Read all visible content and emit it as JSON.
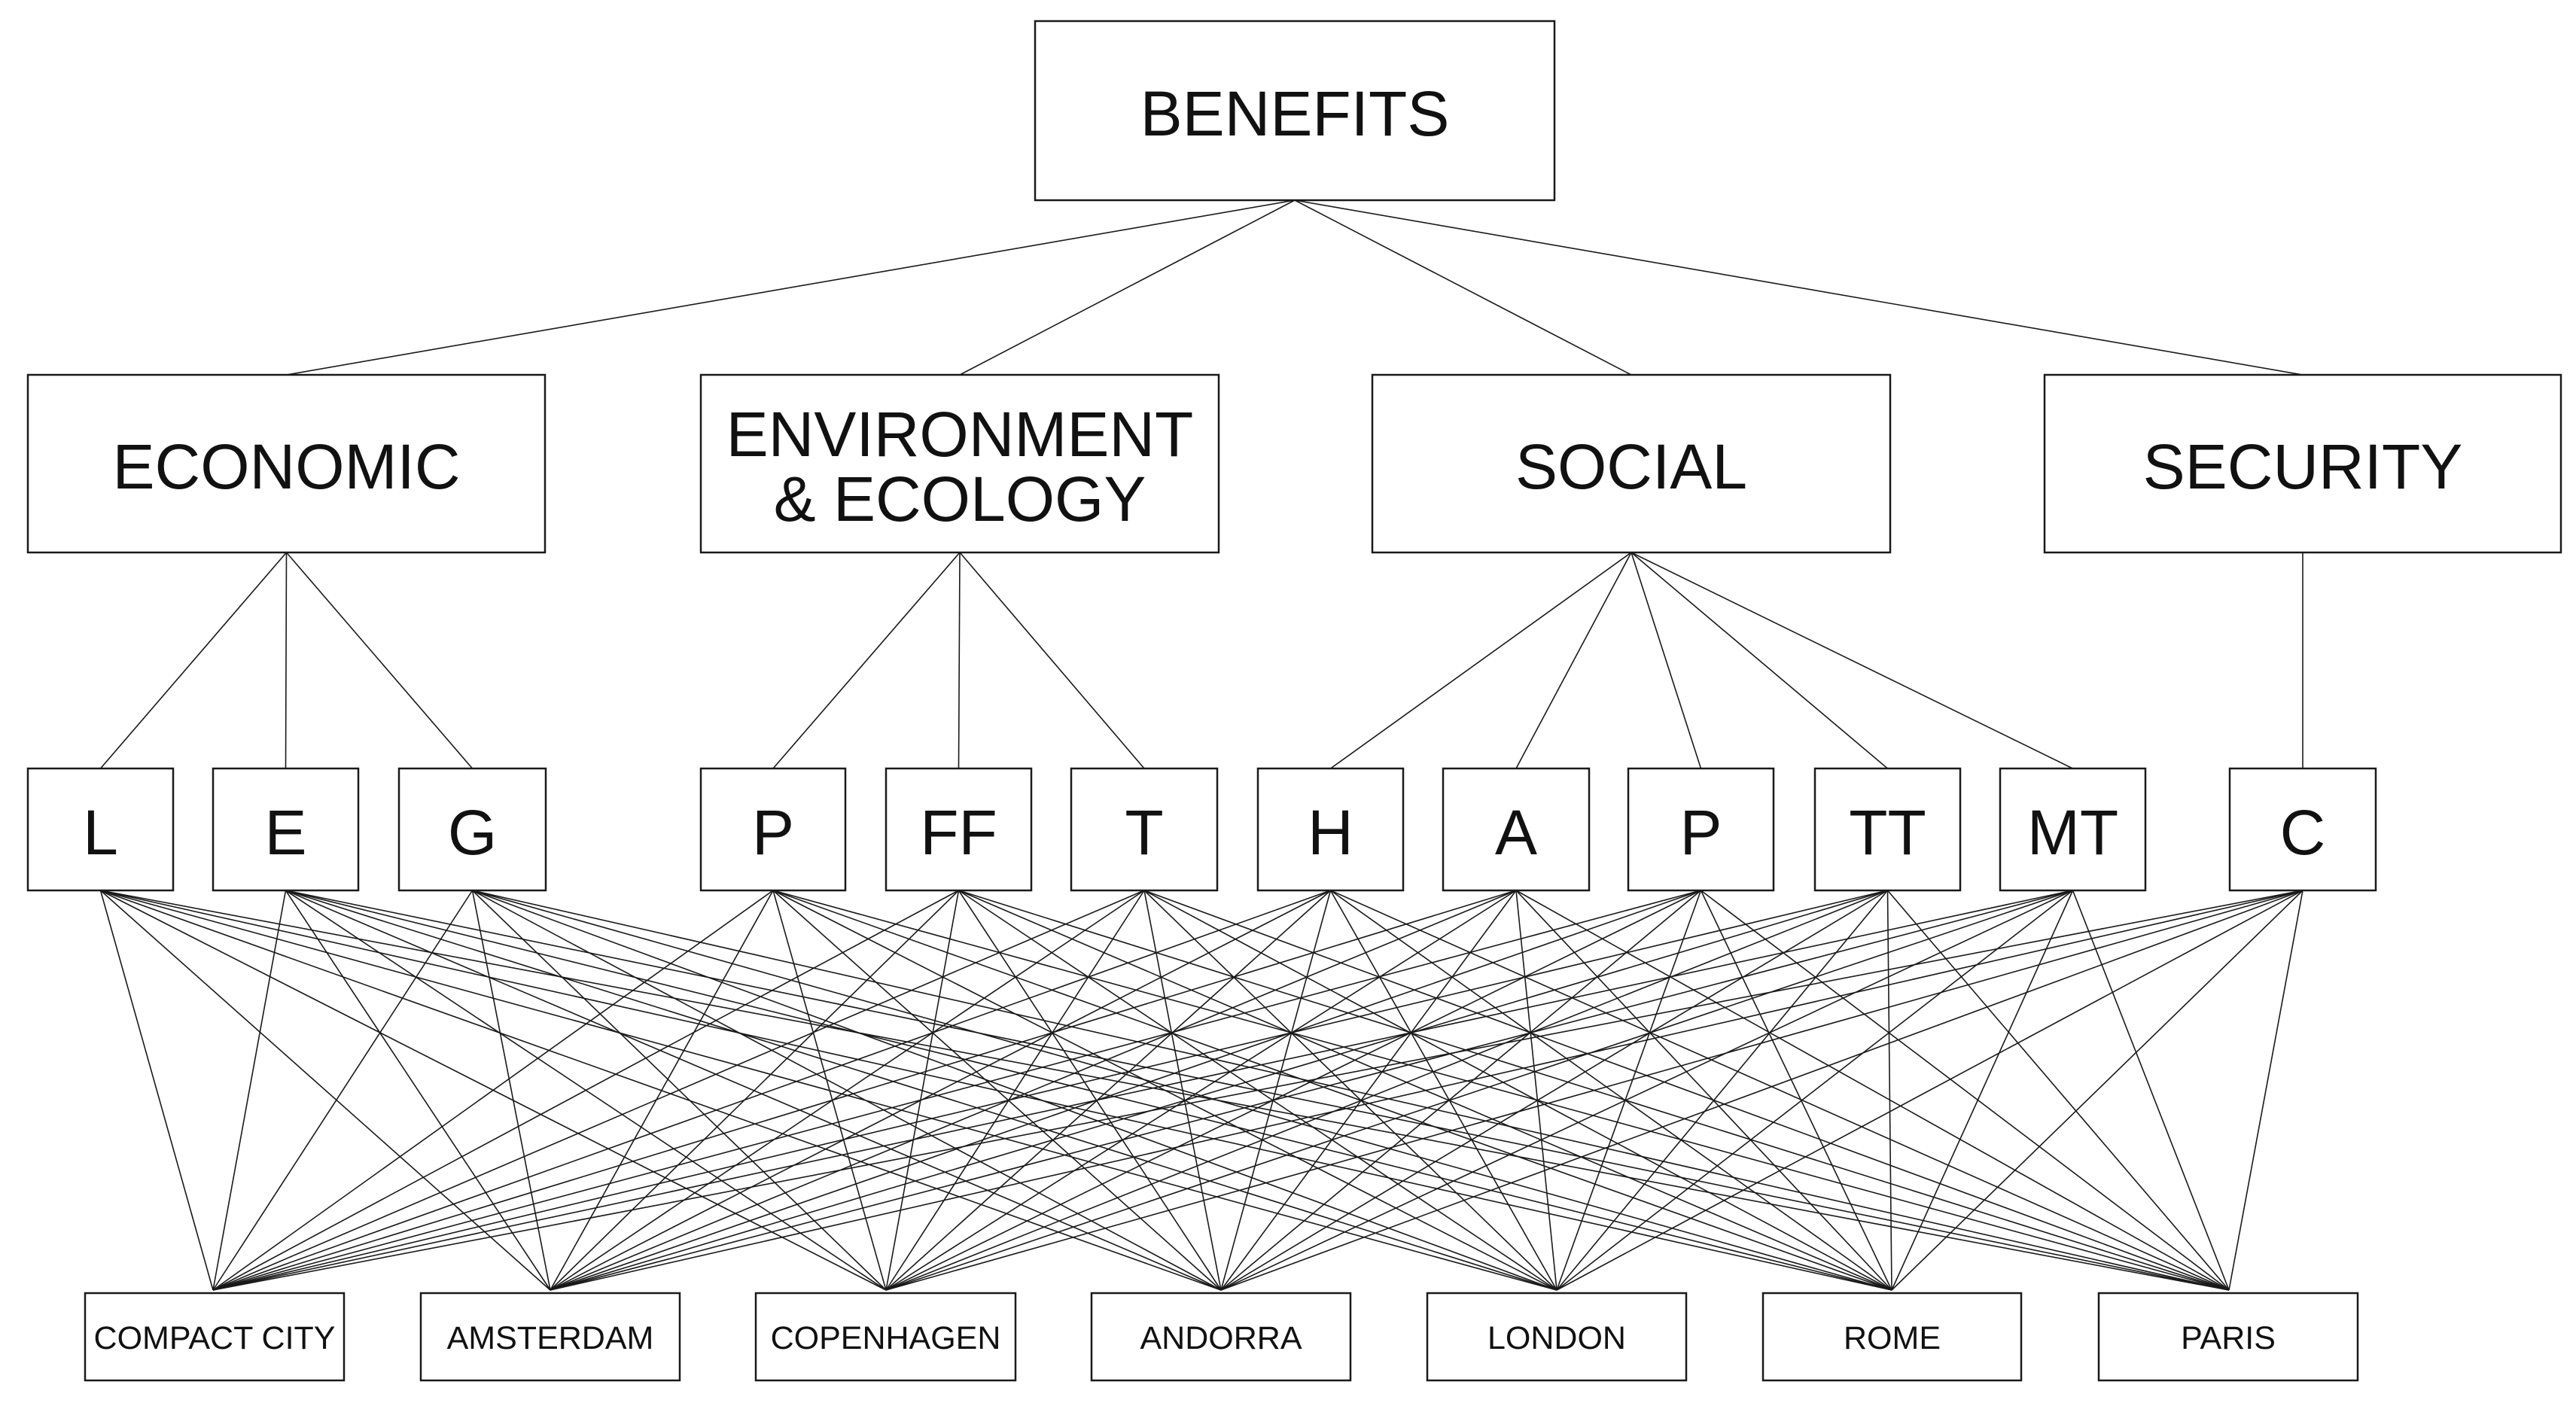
{
  "diagram": {
    "root": {
      "id": "benefits",
      "label": "BENEFITS"
    },
    "categories": [
      {
        "id": "economic",
        "lines": [
          "ECONOMIC"
        ]
      },
      {
        "id": "environment",
        "lines": [
          "ENVIRONMENT",
          "& ECOLOGY"
        ]
      },
      {
        "id": "social",
        "lines": [
          "SOCIAL"
        ]
      },
      {
        "id": "security",
        "lines": [
          "SECURITY"
        ]
      }
    ],
    "subcriteria": [
      {
        "id": "L",
        "label": "L",
        "parent": "economic"
      },
      {
        "id": "E",
        "label": "E",
        "parent": "economic"
      },
      {
        "id": "G",
        "label": "G",
        "parent": "economic"
      },
      {
        "id": "P1",
        "label": "P",
        "parent": "environment"
      },
      {
        "id": "FF",
        "label": "FF",
        "parent": "environment"
      },
      {
        "id": "T",
        "label": "T",
        "parent": "environment"
      },
      {
        "id": "H",
        "label": "H",
        "parent": "social"
      },
      {
        "id": "A",
        "label": "A",
        "parent": "social"
      },
      {
        "id": "P2",
        "label": "P",
        "parent": "social"
      },
      {
        "id": "TT",
        "label": "TT",
        "parent": "social"
      },
      {
        "id": "MT",
        "label": "MT",
        "parent": "social"
      },
      {
        "id": "C",
        "label": "C",
        "parent": "security"
      }
    ],
    "alternatives": [
      {
        "id": "compact-city",
        "label": "COMPACT CITY"
      },
      {
        "id": "amsterdam",
        "label": "AMSTERDAM"
      },
      {
        "id": "copenhagen",
        "label": "COPENHAGEN"
      },
      {
        "id": "andorra",
        "label": "ANDORRA"
      },
      {
        "id": "london",
        "label": "LONDON"
      },
      {
        "id": "rome",
        "label": "ROME"
      },
      {
        "id": "paris",
        "label": "PARIS"
      }
    ],
    "connect_all_subcriteria_to_all_alternatives": true,
    "colors": {
      "stroke": "#1a1a1a",
      "fill": "#ffffff",
      "text": "#111111"
    }
  }
}
